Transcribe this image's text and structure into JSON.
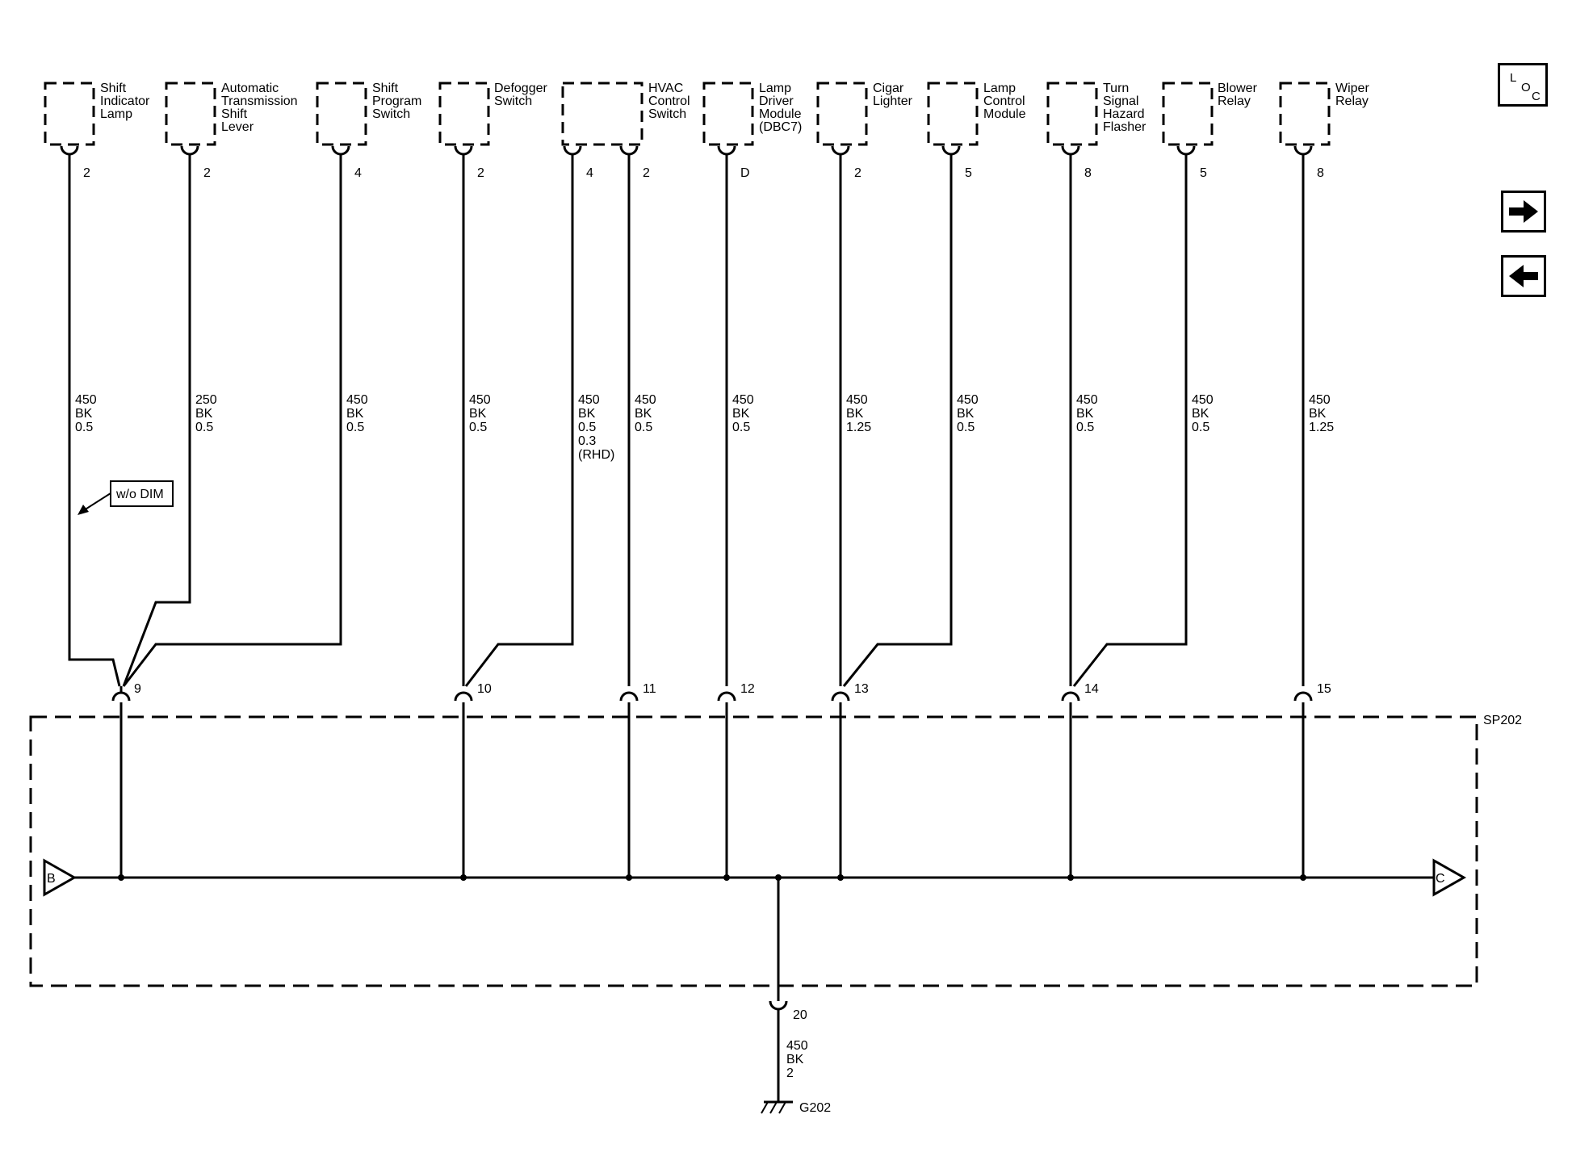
{
  "components": [
    {
      "id": "shift-indicator-lamp",
      "lines": [
        "Shift",
        "Indicator",
        "Lamp"
      ],
      "pins": [
        "2"
      ],
      "circuit": [
        "450",
        "BK",
        "0.5"
      ]
    },
    {
      "id": "automatic-transmission-shift-lever",
      "lines": [
        "Automatic",
        "Transmission",
        "Shift",
        "Lever"
      ],
      "pins": [
        "2"
      ],
      "circuit": [
        "250",
        "BK",
        "0.5"
      ]
    },
    {
      "id": "shift-program-switch",
      "lines": [
        "Shift",
        "Program",
        "Switch"
      ],
      "pins": [
        "4"
      ],
      "circuit": [
        "450",
        "BK",
        "0.5"
      ]
    },
    {
      "id": "defogger-switch",
      "lines": [
        "Defogger",
        "Switch"
      ],
      "pins": [
        "2"
      ],
      "circuit": [
        "450",
        "BK",
        "0.5"
      ]
    },
    {
      "id": "hvac-control-switch",
      "lines": [
        "HVAC",
        "Control",
        "Switch"
      ],
      "pins": [
        "4",
        "2"
      ],
      "circuit_a": [
        "450",
        "BK",
        "0.5",
        "0.3",
        "(RHD)"
      ],
      "circuit_b": [
        "450",
        "BK",
        "0.5"
      ]
    },
    {
      "id": "lamp-driver-module",
      "lines": [
        "Lamp",
        "Driver",
        "Module",
        "(DBC7)"
      ],
      "pins": [
        "D"
      ],
      "circuit": [
        "450",
        "BK",
        "0.5"
      ]
    },
    {
      "id": "cigar-lighter",
      "lines": [
        "Cigar",
        "Lighter"
      ],
      "pins": [
        "2"
      ],
      "circuit": [
        "450",
        "BK",
        "1.25"
      ]
    },
    {
      "id": "lamp-control-module",
      "lines": [
        "Lamp",
        "Control",
        "Module"
      ],
      "pins": [
        "5"
      ],
      "circuit": [
        "450",
        "BK",
        "0.5"
      ]
    },
    {
      "id": "turn-signal-hazard-flasher",
      "lines": [
        "Turn",
        "Signal",
        "Hazard",
        "Flasher"
      ],
      "pins": [
        "8"
      ],
      "circuit": [
        "450",
        "BK",
        "0.5"
      ]
    },
    {
      "id": "blower-relay",
      "lines": [
        "Blower",
        "Relay"
      ],
      "pins": [
        "5"
      ],
      "circuit": [
        "450",
        "BK",
        "0.5"
      ]
    },
    {
      "id": "wiper-relay",
      "lines": [
        "Wiper",
        "Relay"
      ],
      "pins": [
        "8"
      ],
      "circuit": [
        "450",
        "BK",
        "1.25"
      ]
    }
  ],
  "splice_pins": [
    "9",
    "10",
    "11",
    "12",
    "13",
    "14",
    "15"
  ],
  "splice_label": "SP202",
  "option_label": "w/o DIM",
  "continuation_left": "B",
  "continuation_right": "C",
  "ground_pin": "20",
  "ground_circuit": [
    "450",
    "BK",
    "2"
  ],
  "ground_label": "G202",
  "loc_button": {
    "letters": [
      "L",
      "O",
      "C"
    ]
  },
  "nav": {
    "next": "arrow-right-icon",
    "prev": "arrow-left-icon"
  }
}
